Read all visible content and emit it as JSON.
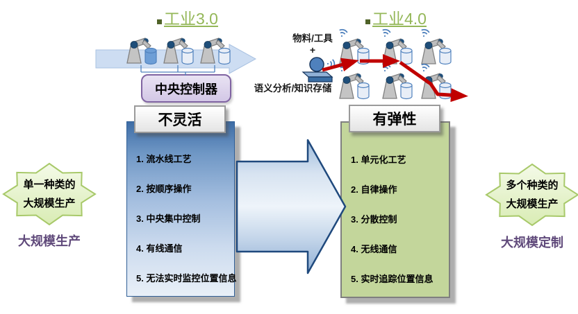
{
  "left": {
    "title": "工业3.0",
    "controller_label": "中央控制器",
    "header": "不灵活",
    "items": [
      "1. 流水线工艺",
      "2. 按顺序操作",
      "3. 中央集中控制",
      "4. 有线通信",
      "5. 无法实时监控位置信息"
    ],
    "badge_line1": "单一种类的",
    "badge_line2": "大规模生产",
    "caption": "大规模生产"
  },
  "right": {
    "title": "工业4.0",
    "label_material": "物料/工具",
    "label_plus": "+",
    "label_semantic": "语义分析/知识存储",
    "header": "有弹性",
    "items": [
      "1. 单元化工艺",
      "2. 自律操作",
      "3. 分散控制",
      "4. 无线通信",
      "5. 实时追踪位置信息"
    ],
    "badge_line1": "多个种类的",
    "badge_line2": "大规模生产",
    "caption": "大规模定制"
  },
  "colors": {
    "title_green": "#94b758",
    "bullet_green": "#4f6228",
    "panel_blue_top": "#3e6da6",
    "panel_green": "#c3d69b",
    "accent_blue": "#4f81bd",
    "dark_blue": "#1f497d",
    "red_path": "#c00000",
    "purple_caption": "#5f497a",
    "controller_fill": "#d9d2e9",
    "controller_border": "#8064a2",
    "badge_fill": "#eaf6d5",
    "badge_border": "#a8c96a"
  },
  "icons": {
    "square_bullet": "small dark-green square before titles",
    "robot_arm": "gray industrial robot arm with blue joints and bucket",
    "wifi": "blue wireless signal arcs",
    "conveyor_arrow": "light blue conveyor band arrow",
    "person": "blue operator figure on platform",
    "red_route": "red zig-zag routing arrow",
    "transformation_arrow": "large blue 3D arrow left-to-right",
    "burst_badge": "8-point green star badge"
  }
}
